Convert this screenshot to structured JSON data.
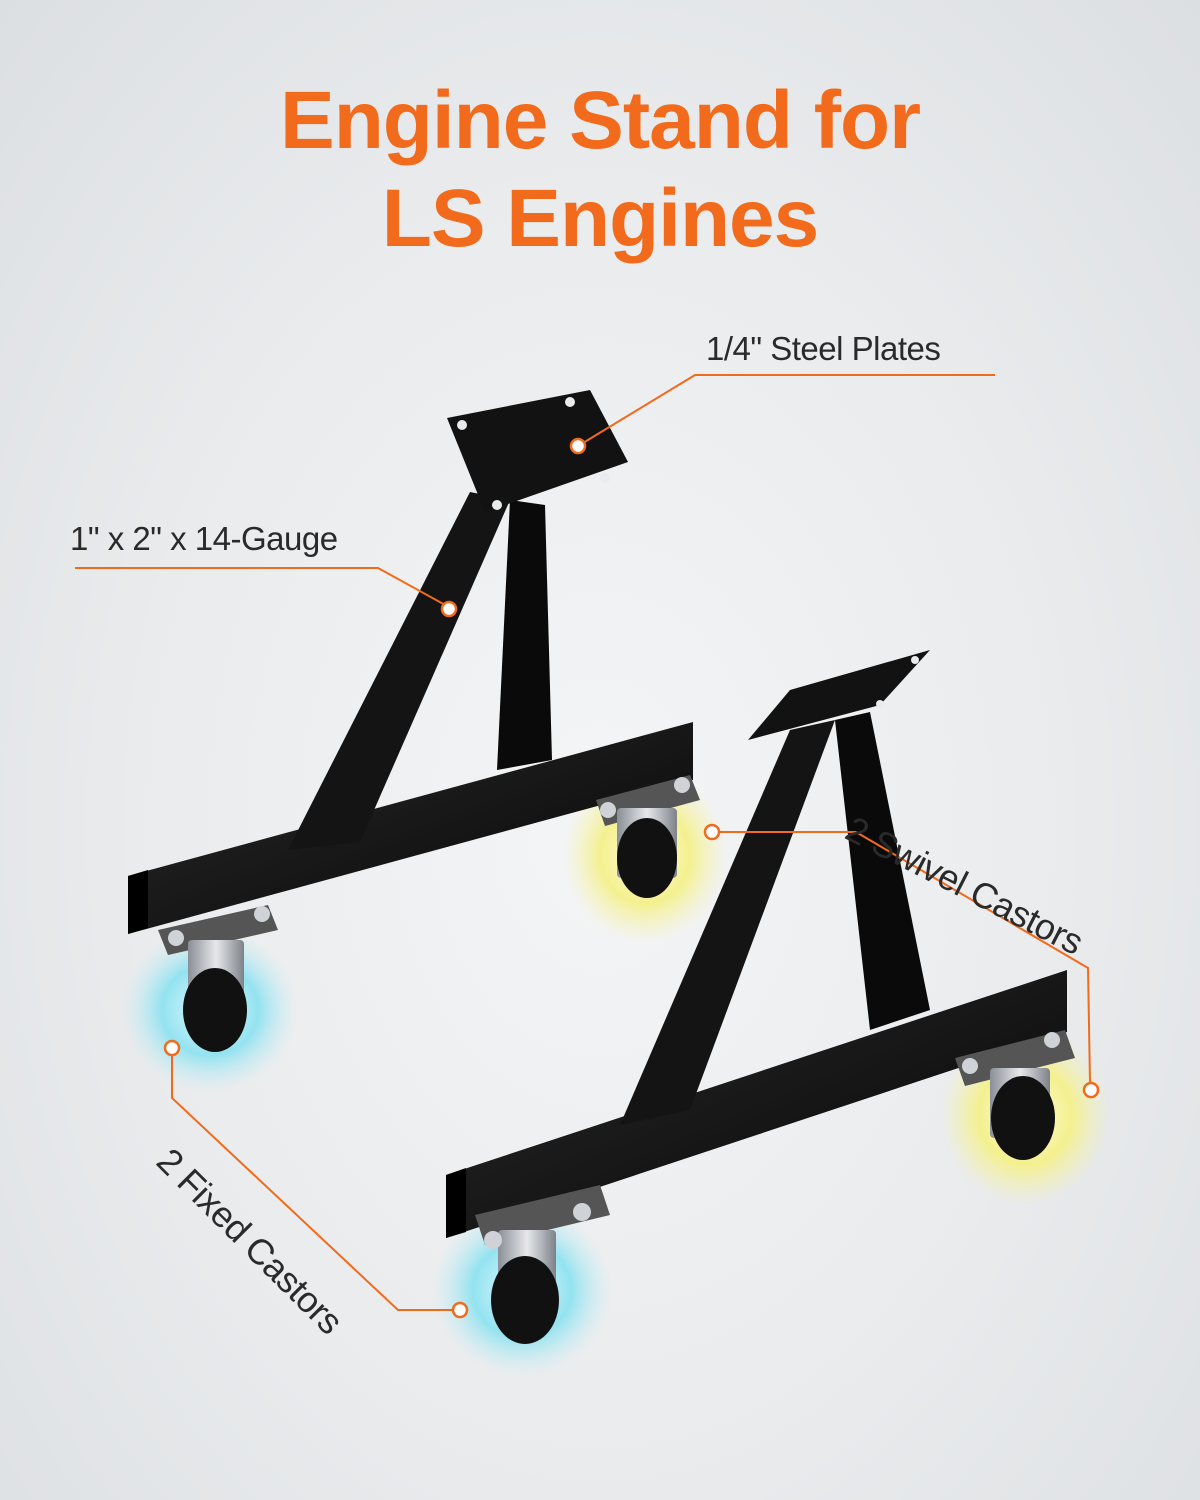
{
  "title": {
    "line1": "Engine Stand for",
    "line2": "LS Engines"
  },
  "callouts": {
    "plates": "1/4\" Steel Plates",
    "gauge": "1\" x 2\" x 14-Gauge",
    "swivel": "2 Swivel Castors",
    "fixed": "2 Fixed Castors"
  },
  "colors": {
    "accent": "#f26a1b",
    "frame": "#111111",
    "swivel_glow": "#f2ee7a",
    "fixed_glow": "#7fdcec"
  }
}
